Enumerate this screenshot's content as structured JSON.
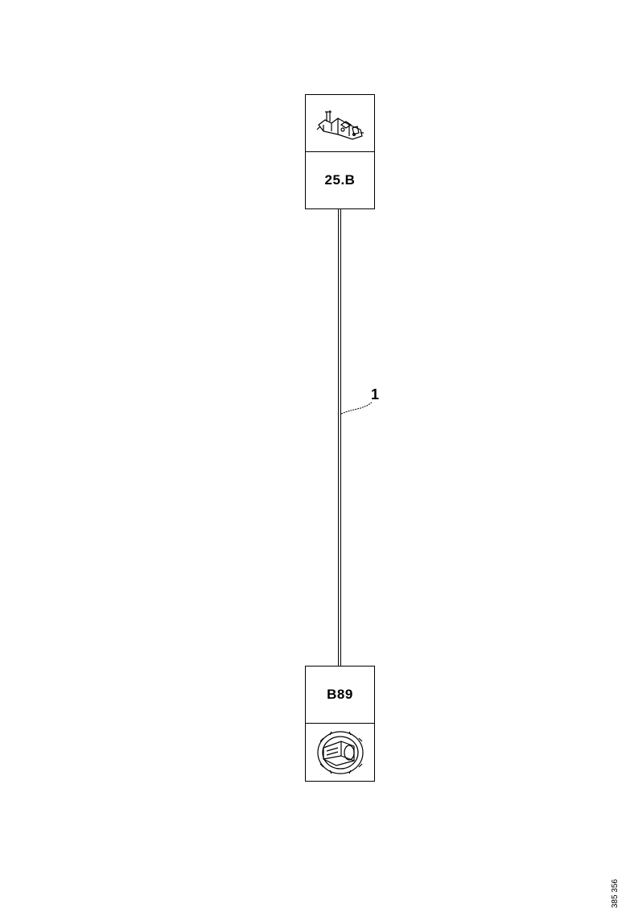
{
  "diagram": {
    "top_component": {
      "code": "25.B",
      "icon": "connector-bracket-icon"
    },
    "bottom_component": {
      "code": "B89",
      "icon": "sensor-component-icon"
    },
    "wire_callout": "1",
    "reference_number": "385 356"
  }
}
